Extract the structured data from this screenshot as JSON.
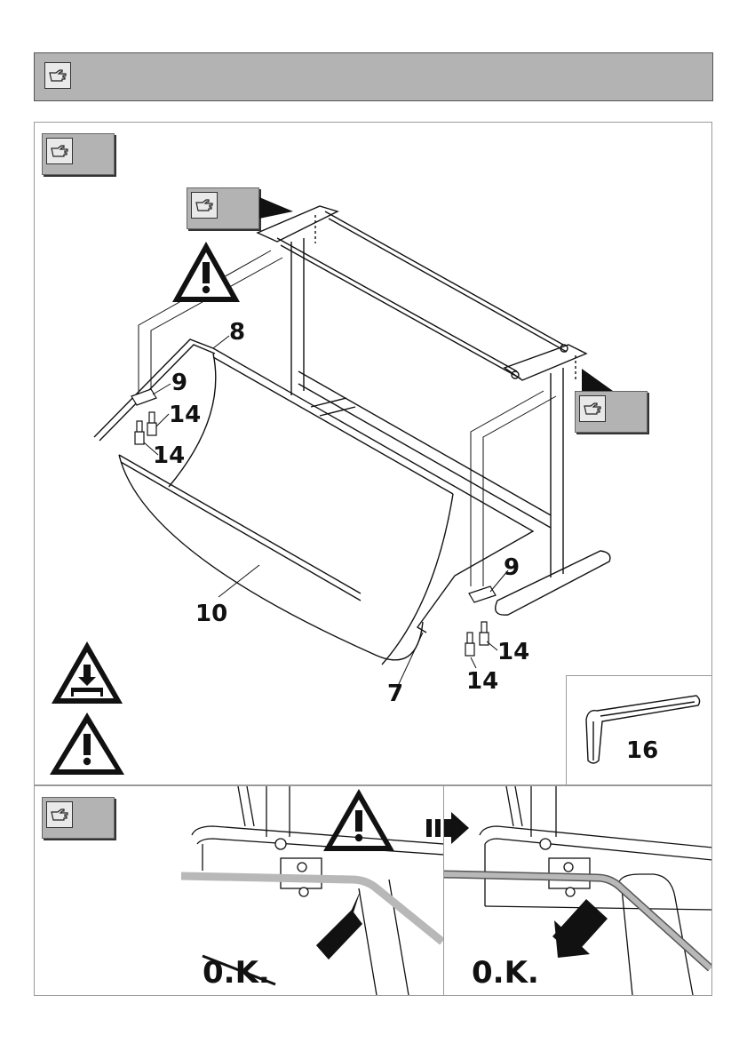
{
  "header": {
    "icon": "hand-pointer-icon"
  },
  "assembly": {
    "part_labels": {
      "p8": "8",
      "p9_left": "9",
      "p14_left_a": "14",
      "p14_left_b": "14",
      "p10": "10",
      "p7": "7",
      "p9_right": "9",
      "p14_right_a": "14",
      "p14_right_b": "14"
    },
    "warning_icons": [
      "warning-triangle-icon",
      "heavy-load-warning-icon",
      "warning-triangle-icon"
    ]
  },
  "tool": {
    "label": "16",
    "icon": "allen-key-icon"
  },
  "detail": {
    "wrong_label": "0.K.",
    "right_label": "0.K.",
    "arrow_icon": "next-step-arrow-icon"
  },
  "colors": {
    "badge_grey": "#b3b3b3",
    "line": "#111111",
    "highlight_grey": "#b8b8b8"
  }
}
